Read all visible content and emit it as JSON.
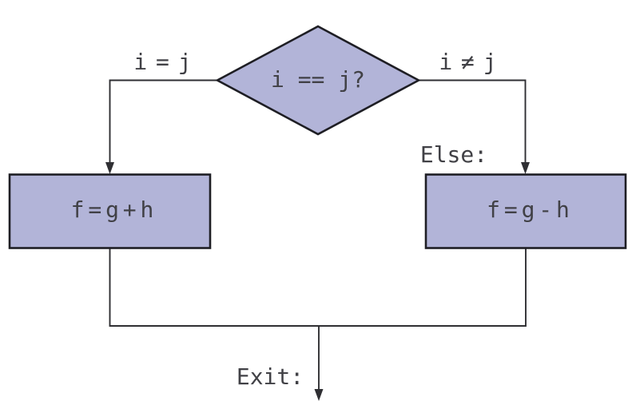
{
  "colors": {
    "shape_fill": "#b2b4d8",
    "shape_border": "#1e1e24",
    "line": "#2f2f33",
    "text": "#414146",
    "background": "#ffffff"
  },
  "decision": {
    "label": "i == j?"
  },
  "branches": {
    "true_label": "i = j",
    "false_label": "i ≠ j"
  },
  "then_box": {
    "label": "f = g + h"
  },
  "else_box": {
    "label": "f = g - h",
    "annotation": "Else:"
  },
  "exit": {
    "annotation": "Exit:"
  }
}
